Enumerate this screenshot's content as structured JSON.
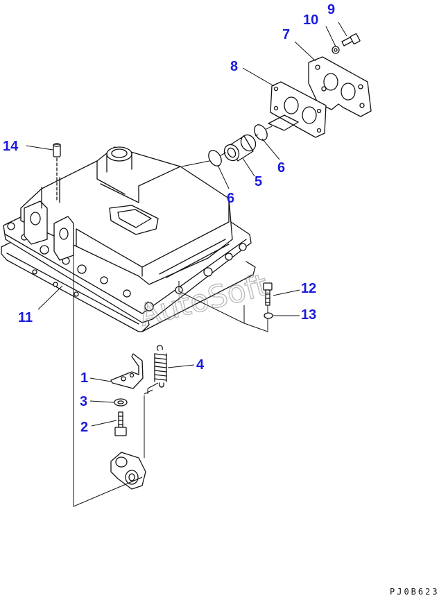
{
  "diagram": {
    "part_code": "PJ0B623",
    "watermark": "AutoSoft",
    "callouts": [
      {
        "id": "1",
        "label": "1"
      },
      {
        "id": "2",
        "label": "2"
      },
      {
        "id": "3",
        "label": "3"
      },
      {
        "id": "4",
        "label": "4"
      },
      {
        "id": "5",
        "label": "5"
      },
      {
        "id": "6a",
        "label": "6"
      },
      {
        "id": "6b",
        "label": "6"
      },
      {
        "id": "7",
        "label": "7"
      },
      {
        "id": "8",
        "label": "8"
      },
      {
        "id": "9",
        "label": "9"
      },
      {
        "id": "10",
        "label": "10"
      },
      {
        "id": "11",
        "label": "11"
      },
      {
        "id": "12",
        "label": "12"
      },
      {
        "id": "13",
        "label": "13"
      },
      {
        "id": "14",
        "label": "14"
      }
    ],
    "colors": {
      "callout": "#1a1adc",
      "line": "#111111",
      "background": "#ffffff"
    }
  }
}
